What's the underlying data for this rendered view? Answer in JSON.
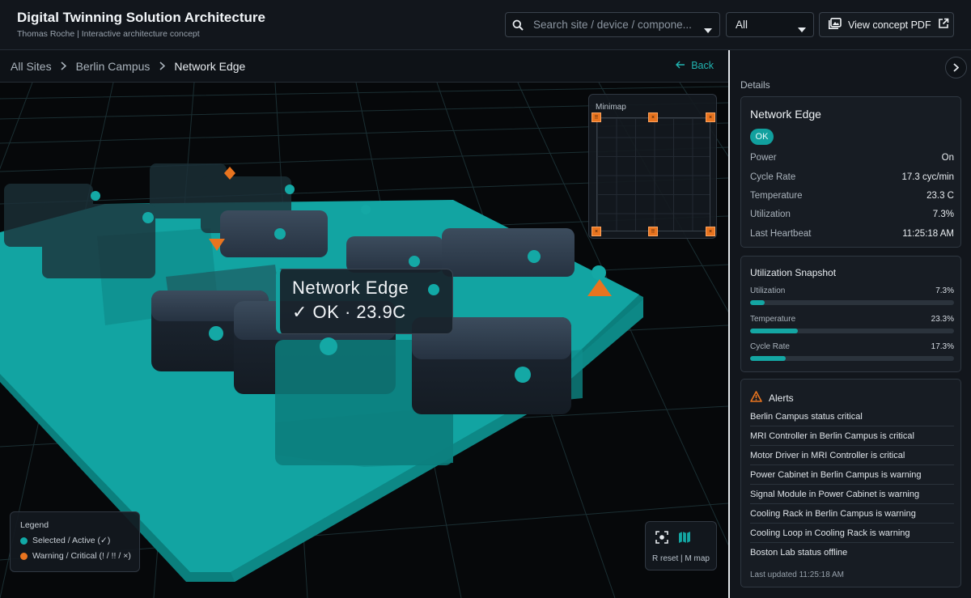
{
  "header": {
    "title": "Digital Twinning Solution Architecture",
    "subtitle": "Thomas Roche | Interactive architecture concept",
    "search_placeholder": "Search site / device / compone...",
    "filter_value": "All",
    "pdf_label": "View concept PDF"
  },
  "breadcrumb": {
    "items": [
      "All Sites",
      "Berlin Campus",
      "Network Edge"
    ],
    "back_label": "Back"
  },
  "viewport": {
    "tooltip": {
      "name": "Network Edge",
      "status_line": "✓ OK · 23.9C"
    },
    "minimap": {
      "label": "Minimap",
      "nodes": [
        {
          "glyph": "!!"
        },
        {
          "glyph": "×"
        },
        {
          "glyph": "×"
        },
        {
          "glyph": "×"
        },
        {
          "glyph": "!!"
        },
        {
          "glyph": "×"
        }
      ]
    },
    "legend": {
      "title": "Legend",
      "items": [
        {
          "label": "Selected / Active (✓)",
          "color": "#11a9a6"
        },
        {
          "label": "Warning / Critical (! / !! / ×)",
          "color": "#e8741f"
        }
      ]
    },
    "controls": {
      "hint": "R reset | M map"
    }
  },
  "panel": {
    "heading": "Details",
    "status_card": {
      "title": "Network Edge",
      "badge": "OK",
      "rows": [
        {
          "key": "Power",
          "value": "On"
        },
        {
          "key": "Cycle Rate",
          "value": "17.3 cyc/min"
        },
        {
          "key": "Temperature",
          "value": "23.3 C"
        },
        {
          "key": "Utilization",
          "value": "7.3%"
        },
        {
          "key": "Last Heartbeat",
          "value": "11:25:18 AM"
        }
      ]
    },
    "util_card": {
      "title": "Utilization Snapshot",
      "bars": [
        {
          "label": "Utilization",
          "display": "7.3%",
          "percent": 7.3
        },
        {
          "label": "Temperature",
          "display": "23.3%",
          "percent": 23.3
        },
        {
          "label": "Cycle Rate",
          "display": "17.3%",
          "percent": 17.3
        }
      ]
    },
    "alerts_card": {
      "title": "Alerts",
      "items": [
        "Berlin Campus status critical",
        "MRI Controller in Berlin Campus is critical",
        "Motor Driver in MRI Controller is critical",
        "Power Cabinet in Berlin Campus is warning",
        "Signal Module in Power Cabinet is warning",
        "Cooling Rack in Berlin Campus is warning",
        "Cooling Loop in Cooling Rack is warning",
        "Boston Lab status offline"
      ],
      "updated": "Last updated 11:25:18 AM"
    }
  },
  "colors": {
    "accent": "#11a9a6",
    "warning": "#e8741f"
  }
}
